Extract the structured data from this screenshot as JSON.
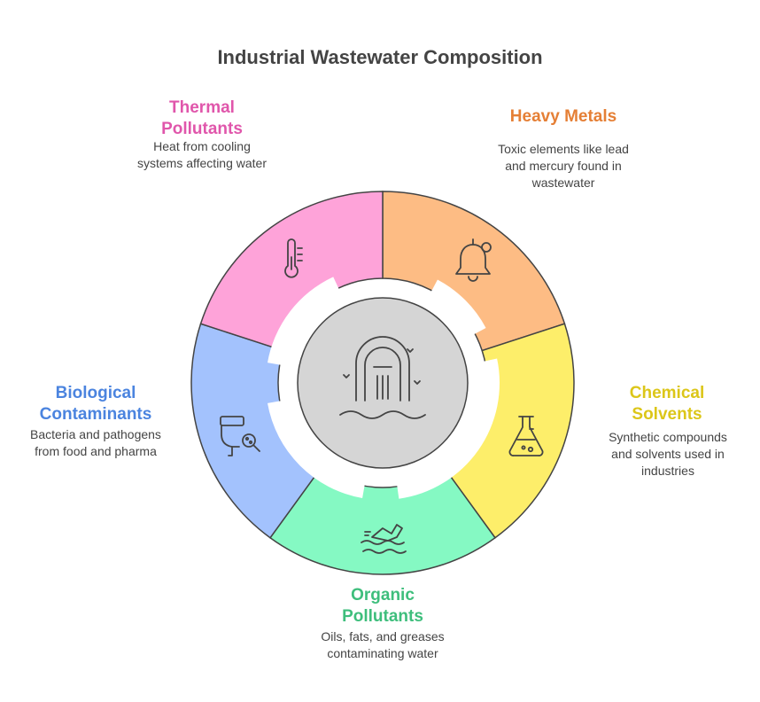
{
  "title": "Industrial Wastewater Composition",
  "colors": {
    "thermal": "#fea3d9",
    "heavy_metals": "#fdbc84",
    "chemical": "#fdee6a",
    "organic": "#85f9c3",
    "biological": "#a3c2fd",
    "center": "#d5d5d5",
    "stroke": "#444444",
    "thermal_text": "#e056ab",
    "heavy_metals_text": "#e57f35",
    "chemical_text": "#dcc619",
    "organic_text": "#3ebe7c",
    "biological_text": "#4b84df"
  },
  "segments": {
    "thermal": {
      "heading_line1": "Thermal",
      "heading_line2": "Pollutants",
      "desc_line1": "Heat from cooling",
      "desc_line2": "systems affecting water",
      "icon": "thermometer-icon"
    },
    "heavy_metals": {
      "heading": "Heavy Metals",
      "desc_line1": "Toxic elements like lead",
      "desc_line2": "and mercury found in",
      "desc_line3": "wastewater",
      "icon": "bell-icon"
    },
    "chemical": {
      "heading_line1": "Chemical",
      "heading_line2": "Solvents",
      "desc_line1": "Synthetic compounds",
      "desc_line2": "and solvents used in",
      "desc_line3": "industries",
      "icon": "flask-icon"
    },
    "organic": {
      "heading_line1": "Organic",
      "heading_line2": "Pollutants",
      "desc_line1": "Oils, fats, and greases",
      "desc_line2": "contaminating water",
      "icon": "bottle-in-water-icon"
    },
    "biological": {
      "heading_line1": "Biological",
      "heading_line2": "Contaminants",
      "desc_line1": "Bacteria and pathogens",
      "desc_line2": "from food and pharma",
      "icon": "toilet-magnifier-icon"
    }
  },
  "center_icon": "outfall-pipe-icon"
}
